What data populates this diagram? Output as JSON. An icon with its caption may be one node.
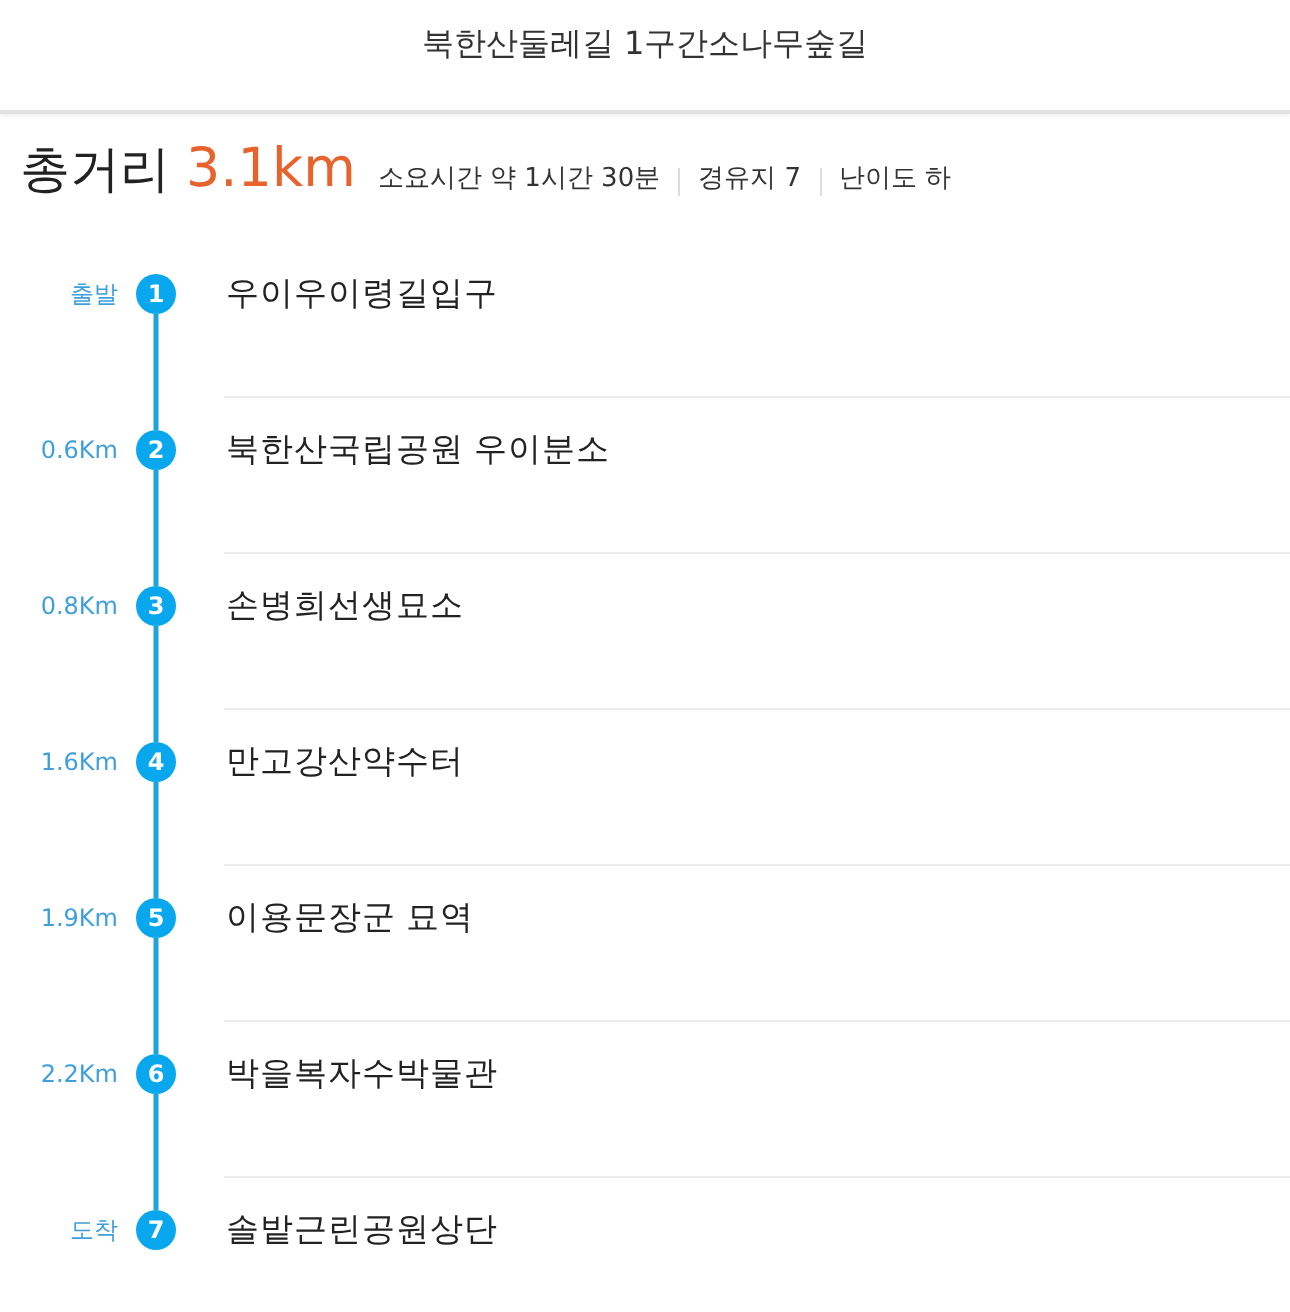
{
  "diagram": {
    "title": "북한산둘레길 1구간소나무숲길",
    "nodes": [
      {
        "text": [
          "1"
        ],
        "beside": [
          "출발",
          "우이우이령길입구"
        ]
      },
      {
        "text": [
          "2"
        ],
        "beside": [
          "0.6Km",
          "북한산국립공원 우이분소"
        ]
      },
      {
        "text": [
          "3"
        ],
        "beside": [
          "0.8Km",
          "손병희선생묘소"
        ]
      },
      {
        "text": [
          "4"
        ],
        "beside": [
          "1.6Km",
          "만고강산약수터"
        ]
      },
      {
        "text": [
          "5"
        ],
        "beside": [
          "1.9Km",
          "이용문장군 묘역"
        ]
      },
      {
        "text": [
          "6"
        ],
        "beside": [
          "2.2Km",
          "박을복자수박물관"
        ]
      },
      {
        "text": [
          "7"
        ],
        "beside": [
          "도착",
          "솔밭근린공원상단"
        ]
      }
    ],
    "edges": [
      {
        "from": 0,
        "to": 1,
        "arrow": "none"
      },
      {
        "from": 1,
        "to": 2,
        "arrow": "none"
      },
      {
        "from": 2,
        "to": 3,
        "arrow": "none"
      },
      {
        "from": 3,
        "to": 4,
        "arrow": "none"
      },
      {
        "from": 4,
        "to": 5,
        "arrow": "none"
      },
      {
        "from": 5,
        "to": 6,
        "arrow": "none"
      }
    ],
    "labels": [
      "총거리",
      "3.1km",
      "소요시간 약 1시간 30분",
      "경유지 7",
      "난이도 하"
    ]
  }
}
